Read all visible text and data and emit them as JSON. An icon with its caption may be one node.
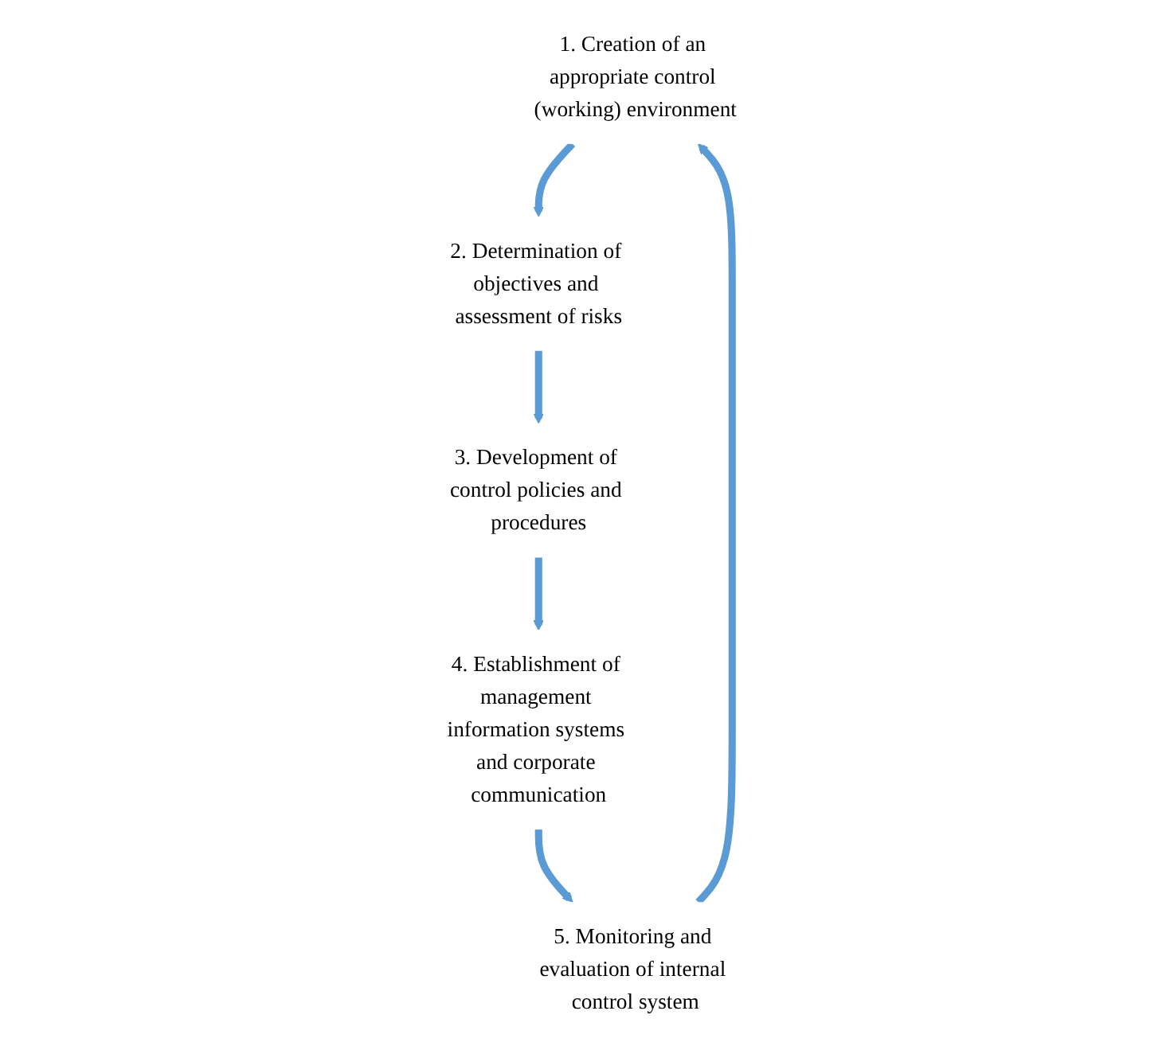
{
  "diagram": {
    "nodes": [
      {
        "text": [
          "1. Creation of an appropriate control (working) environment"
        ]
      },
      {
        "text": [
          "2. Determination of objectives and assessment of risks"
        ]
      },
      {
        "text": [
          "3. Development of control policies and procedures"
        ]
      },
      {
        "text": [
          "4. Establishment of management information systems and corporate communication"
        ]
      },
      {
        "text": [
          "5. Monitoring and evaluation of internal control system"
        ]
      }
    ],
    "edges": [
      {
        "from": 0,
        "to": 1,
        "arrow": "to"
      },
      {
        "from": 1,
        "to": 2,
        "arrow": "to"
      },
      {
        "from": 2,
        "to": 3,
        "arrow": "to"
      },
      {
        "from": 3,
        "to": 4,
        "arrow": "to"
      },
      {
        "from": 4,
        "to": 0,
        "arrow": "to"
      }
    ]
  }
}
